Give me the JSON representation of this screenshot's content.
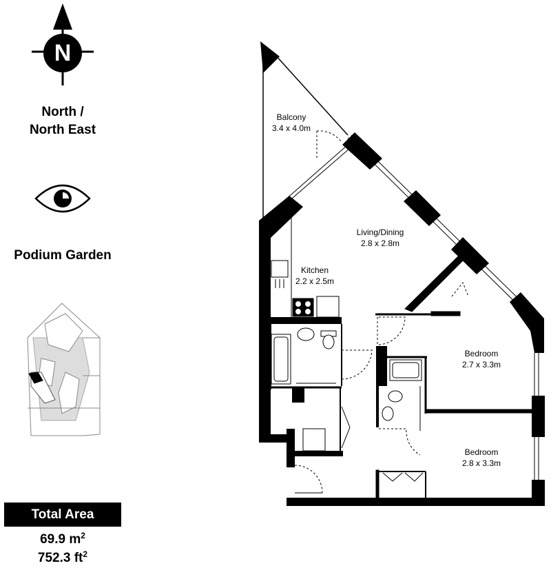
{
  "compass": {
    "label": "N",
    "icon": "north-compass-icon"
  },
  "orientation": {
    "line1": "North /",
    "line2": "North East"
  },
  "view": {
    "icon": "eye-icon",
    "label": "Podium Garden"
  },
  "keyplan": {
    "icon": "site-keyplan-icon"
  },
  "total_area": {
    "title": "Total Area",
    "metric_value": "69.9 m",
    "metric_unit_sup": "2",
    "imperial_value": "752.3 ft",
    "imperial_unit_sup": "2"
  },
  "rooms": {
    "balcony": {
      "name": "Balcony",
      "size": "3.4 x 4.0m"
    },
    "living": {
      "name": "Living/Dining",
      "size": "2.8 x 2.8m"
    },
    "kitchen": {
      "name": "Kitchen",
      "size": "2.2 x 2.5m"
    },
    "bedroom1": {
      "name": "Bedroom",
      "size": "2.7 x 3.3m"
    },
    "bedroom2": {
      "name": "Bedroom",
      "size": "2.8 x 3.3m"
    }
  }
}
